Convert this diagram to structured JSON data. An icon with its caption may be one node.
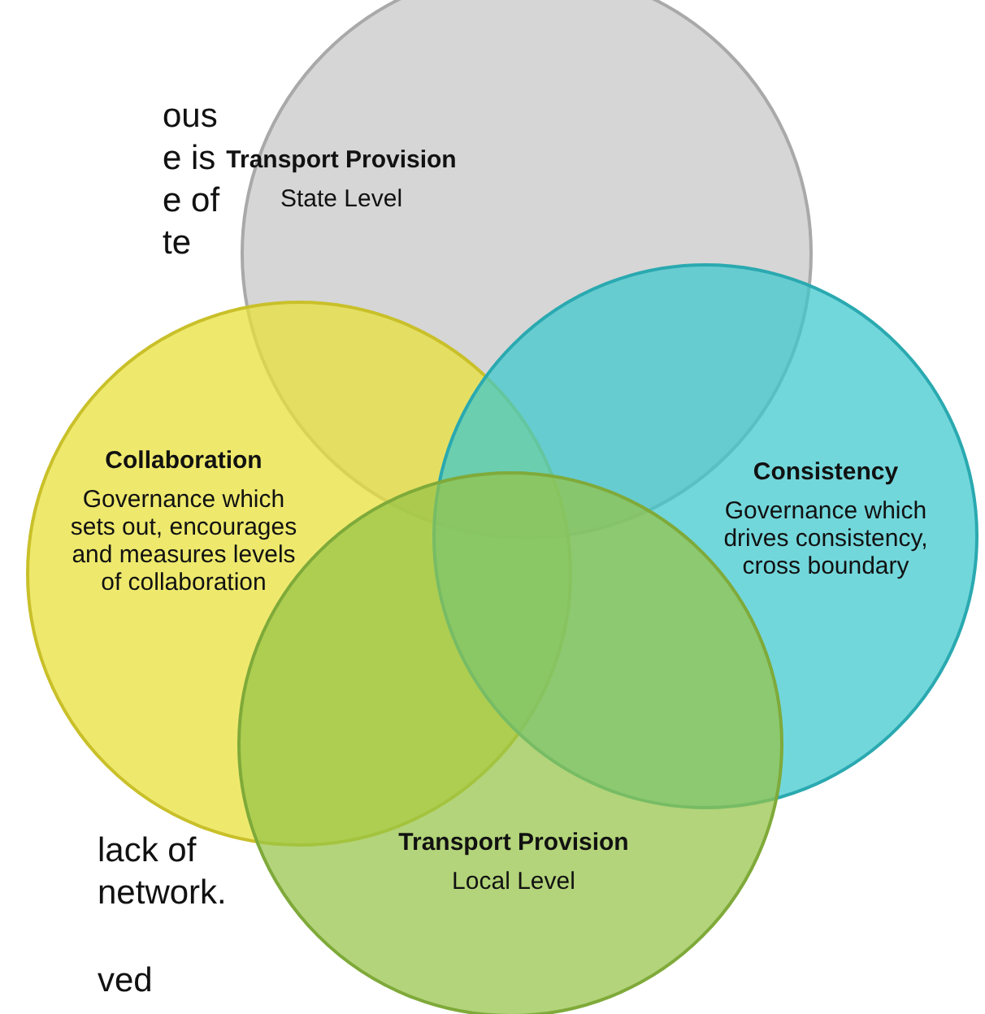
{
  "diagram": {
    "nodes": [
      {
        "text": [
          "Transport Provision",
          "State Level"
        ]
      },
      {
        "text": [
          "Collaboration",
          "Governance which sets out, encourages and measures levels of collaboration"
        ]
      },
      {
        "text": [
          "Consistency",
          "Governance which drives consistency, cross boundary"
        ]
      },
      {
        "text": [
          "Transport Provision",
          "Local Level"
        ]
      }
    ],
    "edges": [],
    "labels": [
      "ous",
      "e is",
      "e of",
      "te",
      "lack of",
      "network.",
      "ved"
    ]
  }
}
